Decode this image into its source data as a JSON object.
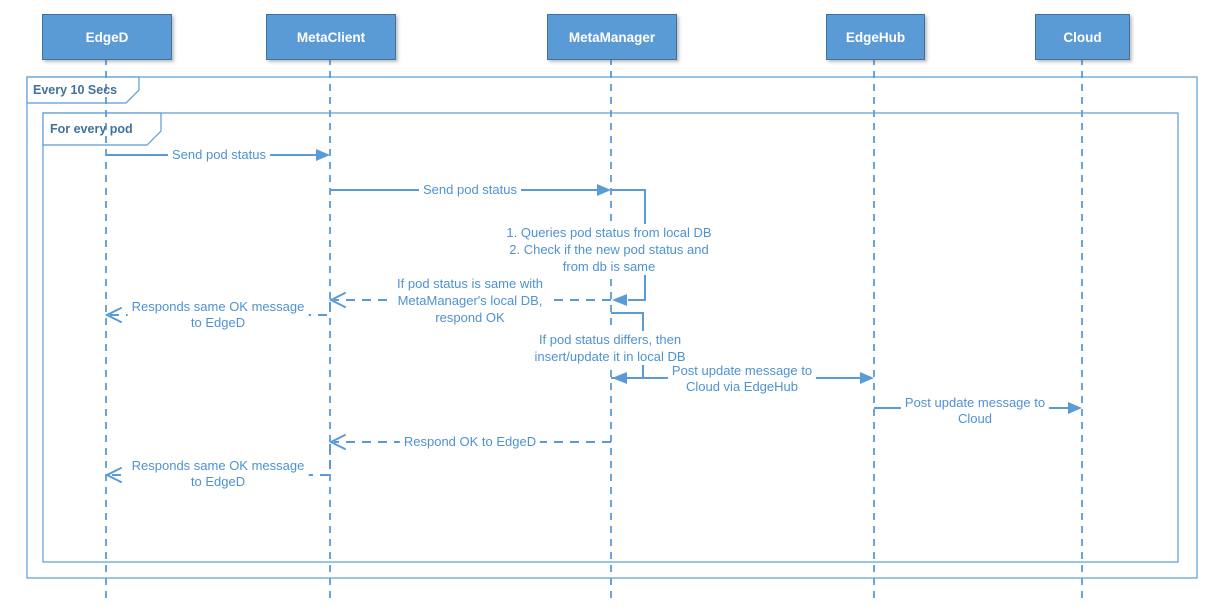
{
  "actors": [
    "EdgeD",
    "MetaClient",
    "MetaManager",
    "EdgeHub",
    "Cloud"
  ],
  "frames": {
    "outer_label": "Every 10 Secs",
    "inner_label": "For every pod"
  },
  "messages": {
    "m1": {
      "lines": [
        "Send pod status"
      ]
    },
    "m2": {
      "lines": [
        "Send pod status"
      ]
    },
    "note1": {
      "lines": [
        "1. Queries pod status from local DB",
        "2. Check if the new pod status and",
        "from db is same"
      ]
    },
    "m3": {
      "lines": [
        "If pod status is same with",
        "MetaManager's local DB,",
        "respond OK"
      ]
    },
    "m4": {
      "lines": [
        "Responds same OK message",
        "to EdgeD"
      ]
    },
    "note2": {
      "lines": [
        "If pod status differs, then",
        "insert/update it in local DB"
      ]
    },
    "m5": {
      "lines": [
        "Post update message to",
        "Cloud via EdgeHub"
      ]
    },
    "m6": {
      "lines": [
        "Post update message to",
        "Cloud"
      ]
    },
    "m7": {
      "lines": [
        "Respond OK to EdgeD"
      ]
    },
    "m8": {
      "lines": [
        "Responds same OK message",
        "to EdgeD"
      ]
    }
  },
  "colors": {
    "actor_fill": "#5b9bd5",
    "actor_border": "#41719c",
    "actor_text": "#ffffff",
    "line_blue": "#5b9bd5",
    "message_text": "#4e92d2",
    "frame_label_text": "#41719c",
    "background": "#ffffff"
  }
}
